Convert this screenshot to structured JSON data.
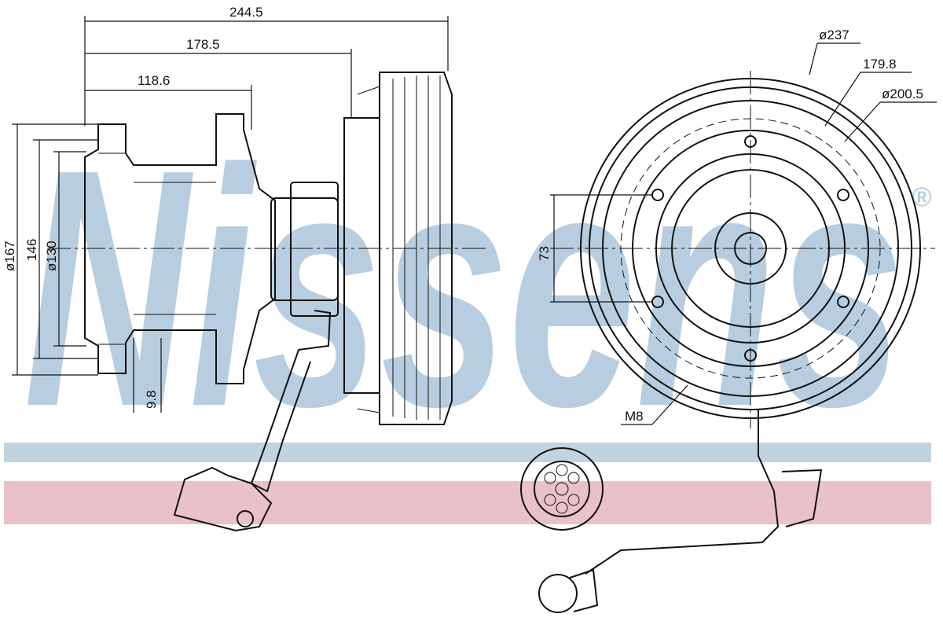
{
  "watermark": {
    "brand": "Nissens",
    "registered_mark": "®"
  },
  "colors": {
    "watermark": "#b8cee0",
    "band_blue": "#c0d3df",
    "band_pink": "#eac0c9",
    "line": "#111111"
  },
  "side_view": {
    "dimensions": {
      "overall_length": "244.5",
      "length_to_flange": "178.5",
      "hub_length": "118.6",
      "outer_diameter": "ø167",
      "pitch_dimension": "146",
      "inner_diameter": "ø130",
      "flange_thickness": "9.8"
    }
  },
  "front_view": {
    "dimensions": {
      "outer_diameter": "ø237",
      "bolt_circle": "179.8",
      "ring_diameter": "ø200.5",
      "hole_spacing": "73",
      "thread": "M8"
    }
  }
}
